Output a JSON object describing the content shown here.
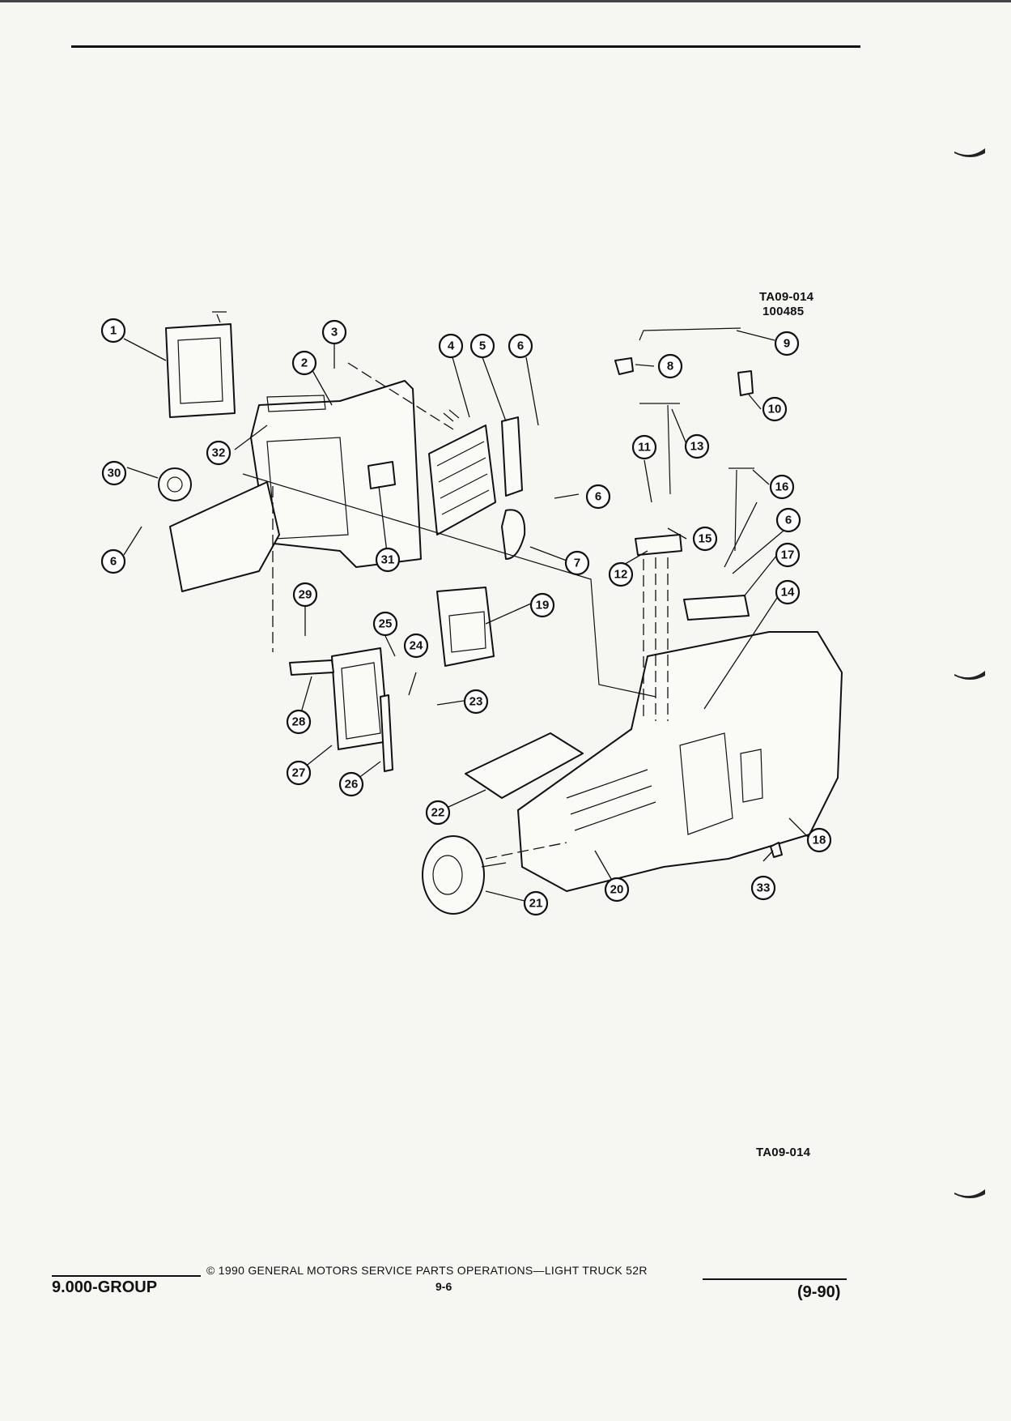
{
  "header": {
    "figure_code": "TA09-014",
    "figure_number": "100485"
  },
  "diagram": {
    "callouts": [
      "1",
      "2",
      "3",
      "4",
      "5",
      "6",
      "7",
      "8",
      "9",
      "10",
      "11",
      "12",
      "13",
      "14",
      "15",
      "16",
      "17",
      "18",
      "19",
      "20",
      "21",
      "22",
      "23",
      "24",
      "25",
      "26",
      "27",
      "28",
      "29",
      "30",
      "31",
      "32",
      "33"
    ]
  },
  "bottom_code": "TA09-014",
  "footer": {
    "group": "9.000-GROUP",
    "copyright": "© 1990 GENERAL MOTORS SERVICE PARTS OPERATIONS—LIGHT TRUCK 52R",
    "page": "9-6",
    "date": "(9-90)"
  }
}
